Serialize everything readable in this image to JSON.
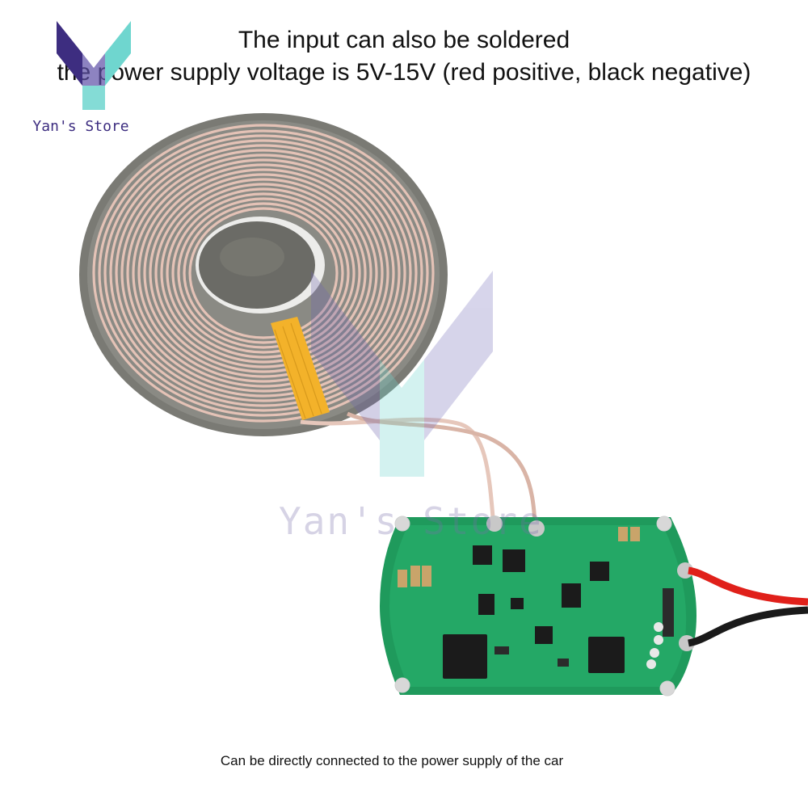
{
  "brand": {
    "store_name": "Yan's Store",
    "watermark_text": "Yan's Store",
    "colors": {
      "logo_purple": "#3d2d80",
      "logo_teal": "#6fd6cf"
    }
  },
  "headline": {
    "line1": "The input can also be soldered",
    "line2": "the power supply voltage is 5V-15V (red positive, black negative)"
  },
  "caption": "Can be directly connected to the power supply of the car",
  "colors": {
    "coil_ring": "#7a7a74",
    "coil_wire": "#e4c2b6",
    "ferrite_core": "#6b6b66",
    "tape": "#f3b22a",
    "pcb": "#1f9a5c",
    "wire_red": "#e0201a",
    "wire_black": "#1a1a1a"
  }
}
